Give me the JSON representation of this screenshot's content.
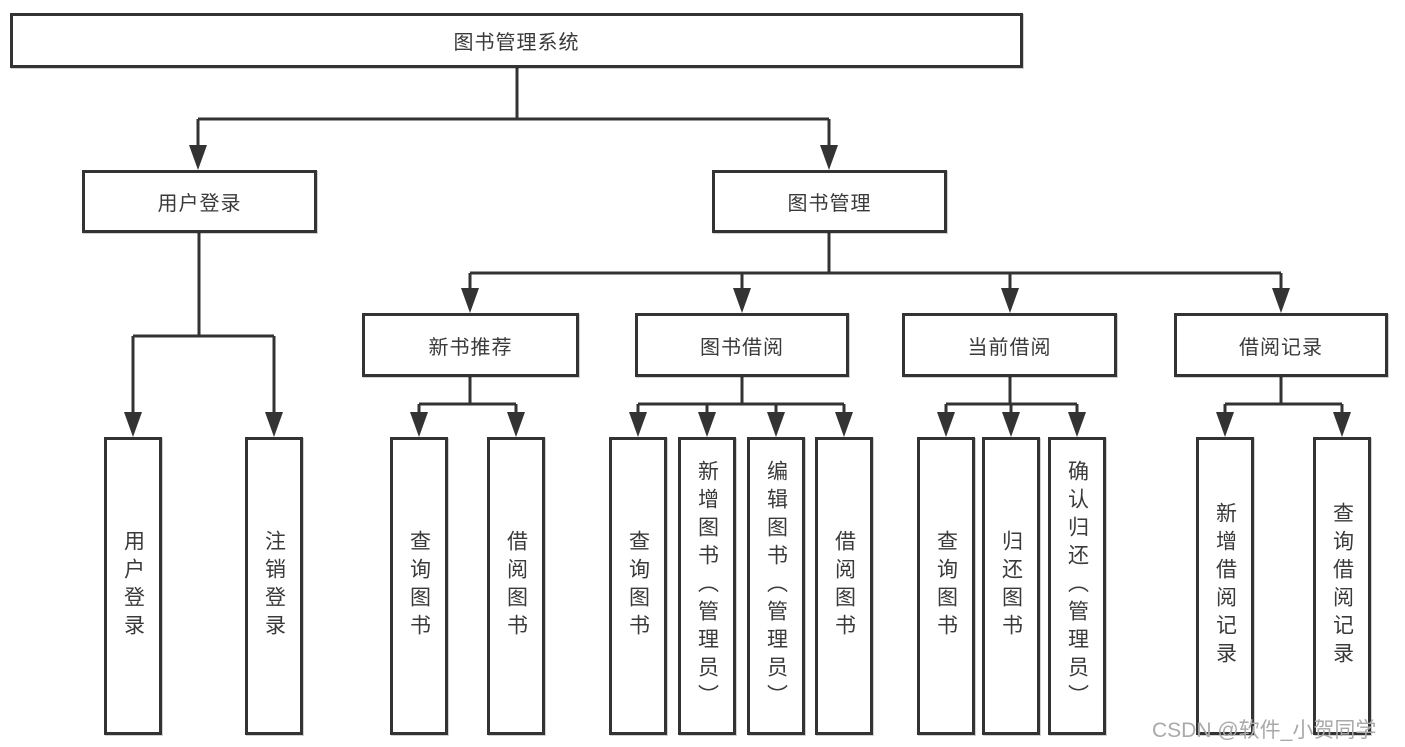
{
  "diagram": {
    "title": "图书管理系统",
    "colors": {
      "line": "#333333",
      "text": "#3a3a3a",
      "watermark": "#a9a9a9",
      "background": "#ffffff"
    },
    "nodes": {
      "root": {
        "label": "图书管理系统"
      },
      "user_login": {
        "label": "用户登录"
      },
      "book_mgmt": {
        "label": "图书管理"
      },
      "new_book_rec": {
        "label": "新书推荐"
      },
      "book_borrow": {
        "label": "图书借阅"
      },
      "current_borrow": {
        "label": "当前借阅"
      },
      "borrow_record": {
        "label": "借阅记录"
      },
      "leaf_user_login": {
        "label": "用户登录"
      },
      "leaf_logout": {
        "label": "注销登录"
      },
      "leaf_rec_query_book": {
        "label": "查询图书"
      },
      "leaf_rec_borrow_book": {
        "label": "借阅图书"
      },
      "leaf_bor_query_book": {
        "label": "查询图书"
      },
      "leaf_bor_add_book": {
        "label": "新增图书（管理员）"
      },
      "leaf_bor_edit_book": {
        "label": "编辑图书（管理员）"
      },
      "leaf_bor_borrow_book": {
        "label": "借阅图书"
      },
      "leaf_cur_query_book": {
        "label": "查询图书"
      },
      "leaf_cur_return_book": {
        "label": "归还图书"
      },
      "leaf_cur_confirm_return": {
        "label": "确认归还（管理员）"
      },
      "leaf_record_add": {
        "label": "新增借阅记录"
      },
      "leaf_record_query": {
        "label": "查询借阅记录"
      }
    }
  },
  "watermark": {
    "text": "CSDN @软件_小贺同学"
  }
}
